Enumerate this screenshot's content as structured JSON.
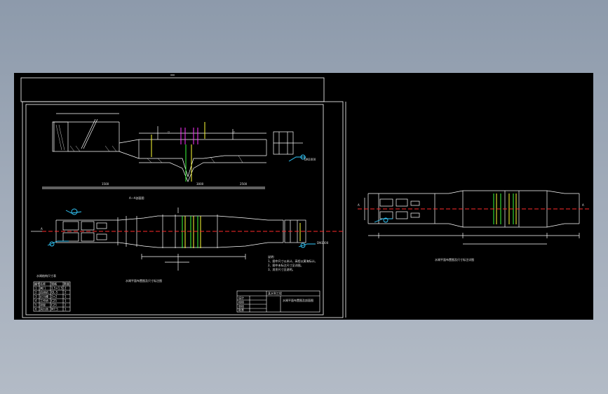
{
  "drawing": {
    "colors": {
      "background": "#000000",
      "page_background": "#98a4b3",
      "linework": "#ffffff",
      "centerline": "#ff2a2a",
      "gate_green": "#3dff3d",
      "gate_yellow": "#ffff33",
      "pipe_cyan": "#33ccff",
      "piers_magenta": "#ff33ff",
      "text_yellow": "#ffff66"
    },
    "sheet": {
      "section_title": "A—A剖面图",
      "plan_title": "水闸平面布置图及尺寸标注图",
      "detail_title": "水闸结构尺寸表",
      "notes_title": "说明：",
      "notes": [
        "1、图中尺寸以米计，高程以黄海标计。",
        "2、图中未标注尺寸见详图。",
        "3、其余尺寸见说明。"
      ],
      "table_headers": [
        "编号",
        "名称",
        "规格",
        "数量"
      ],
      "table_rows": [
        [
          "1",
          "闸门",
          "1.5×1.5",
          "2"
        ],
        [
          "2",
          "启闭机",
          "QL-5",
          "2"
        ],
        [
          "3",
          "拦污栅",
          "2×2",
          "1"
        ],
        [
          "4",
          "工作桥",
          "C25",
          "1"
        ],
        [
          "5",
          "排架",
          "C25",
          "2"
        ],
        [
          "6",
          "消力池",
          "M7.5",
          "1"
        ]
      ],
      "title_block": {
        "project": "某水利工程",
        "drawing_name": "水闸平面布置图及剖面图",
        "rows": [
          "设计",
          "校核",
          "审核",
          "批准"
        ]
      },
      "labels": {
        "section_marker": "A",
        "elevation_mark": "▽",
        "pipe_label": "DN1000",
        "dim_1": "1500",
        "dim_2": "3000",
        "dim_3": "2500"
      }
    },
    "right_view": {
      "title": "水闸平面布置图及尺寸标注详图",
      "section_marker": "A"
    }
  }
}
